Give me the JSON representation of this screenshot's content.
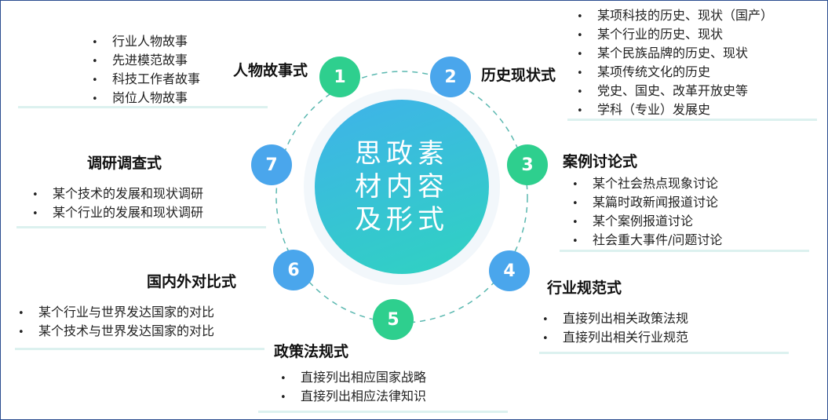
{
  "center": "思政素材内容及形式",
  "colors": {
    "green": "#2ecf8e",
    "blue": "#4aa6ec"
  },
  "nodes": [
    {
      "num": "1",
      "title": "人物故事式",
      "items": [
        "行业人物故事",
        "先进模范故事",
        "科技工作者故事",
        "岗位人物故事"
      ]
    },
    {
      "num": "2",
      "title": "历史现状式",
      "items": [
        "某项科技的历史、现状（国产）",
        "某个行业的历史、现状",
        "某个民族品牌的历史、现状",
        "某项传统文化的历史",
        "党史、国史、改革开放史等",
        "学科（专业）发展史"
      ]
    },
    {
      "num": "3",
      "title": "案例讨论式",
      "items": [
        "某个社会热点现象讨论",
        "某篇时政新闻报道讨论",
        "某个案例报道讨论",
        "社会重大事件/问题讨论"
      ]
    },
    {
      "num": "4",
      "title": "行业规范式",
      "items": [
        "直接列出相关政策法规",
        "直接列出相关行业规范"
      ]
    },
    {
      "num": "5",
      "title": "政策法规式",
      "items": [
        "直接列出相应国家战略",
        "直接列出相应法律知识"
      ]
    },
    {
      "num": "6",
      "title": "国内外对比式",
      "items": [
        "某个行业与世界发达国家的对比",
        "某个技术与世界发达国家的对比"
      ]
    },
    {
      "num": "7",
      "title": "调研调查式",
      "items": [
        "某个技术的发展和现状调研",
        "某个行业的发展和现状调研"
      ]
    }
  ]
}
